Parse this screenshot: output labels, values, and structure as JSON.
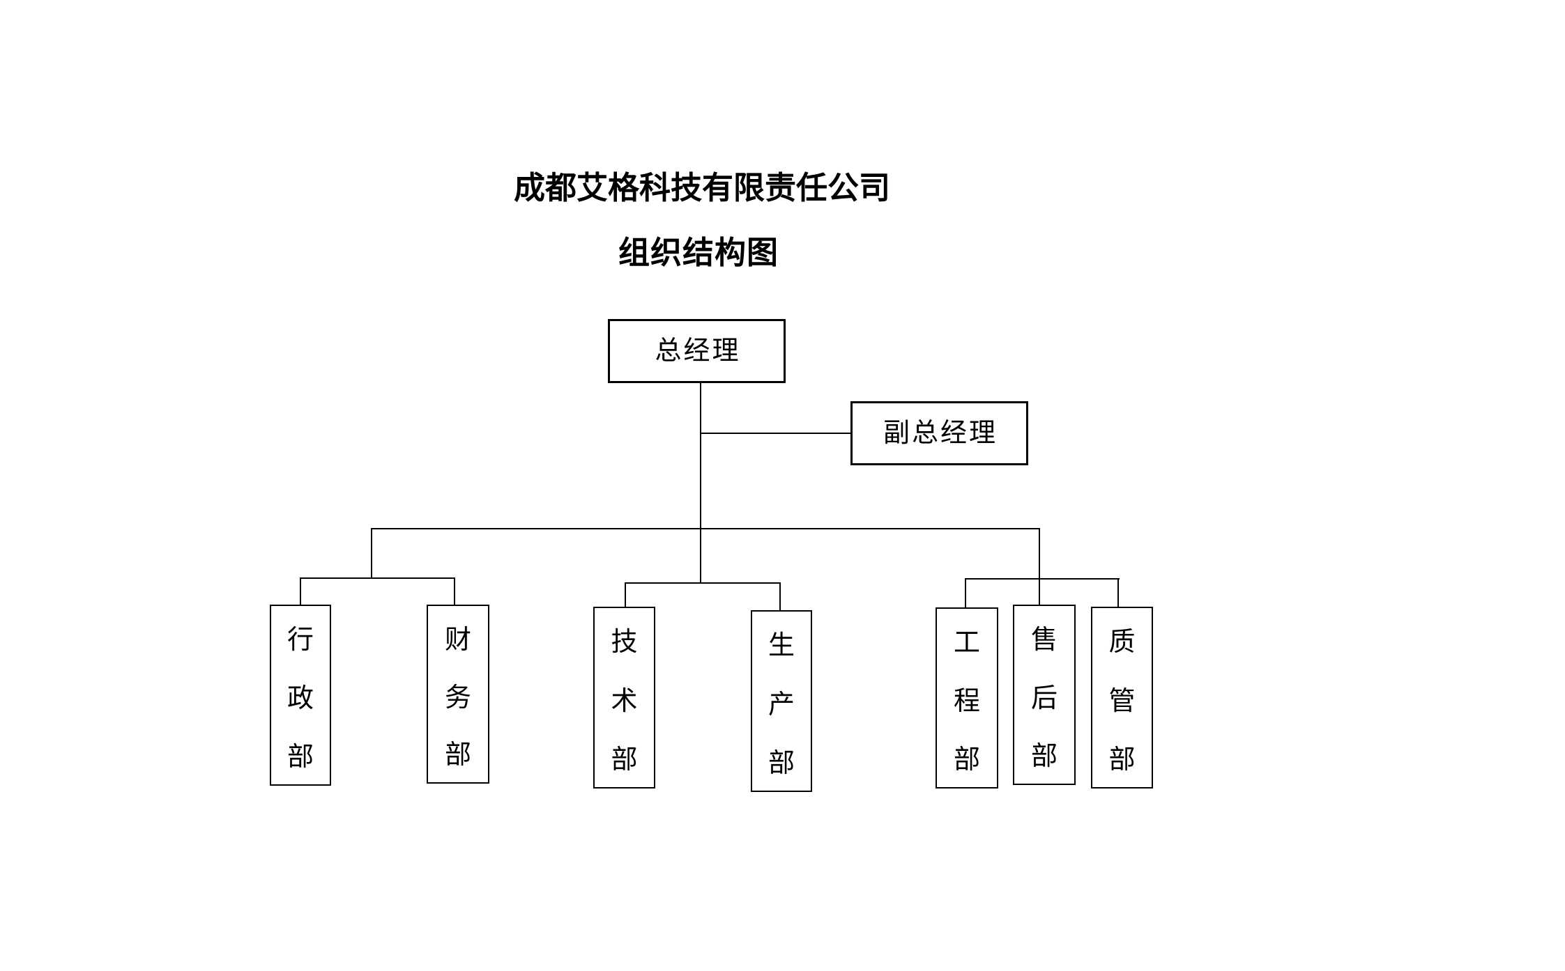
{
  "page": {
    "title": "成都艾格科技有限责任公司",
    "subtitle": "组织结构图"
  },
  "org": {
    "root": {
      "label": "总经理"
    },
    "deputy": {
      "label": "副总经理"
    },
    "departments": [
      {
        "label": "行政部"
      },
      {
        "label": "财务部"
      },
      {
        "label": "技术部"
      },
      {
        "label": "生产部"
      },
      {
        "label": "工程部"
      },
      {
        "label": "售后部"
      },
      {
        "label": "质管部"
      }
    ]
  },
  "colors": {
    "background": "#ffffff",
    "line": "#000000",
    "text": "#000000"
  }
}
